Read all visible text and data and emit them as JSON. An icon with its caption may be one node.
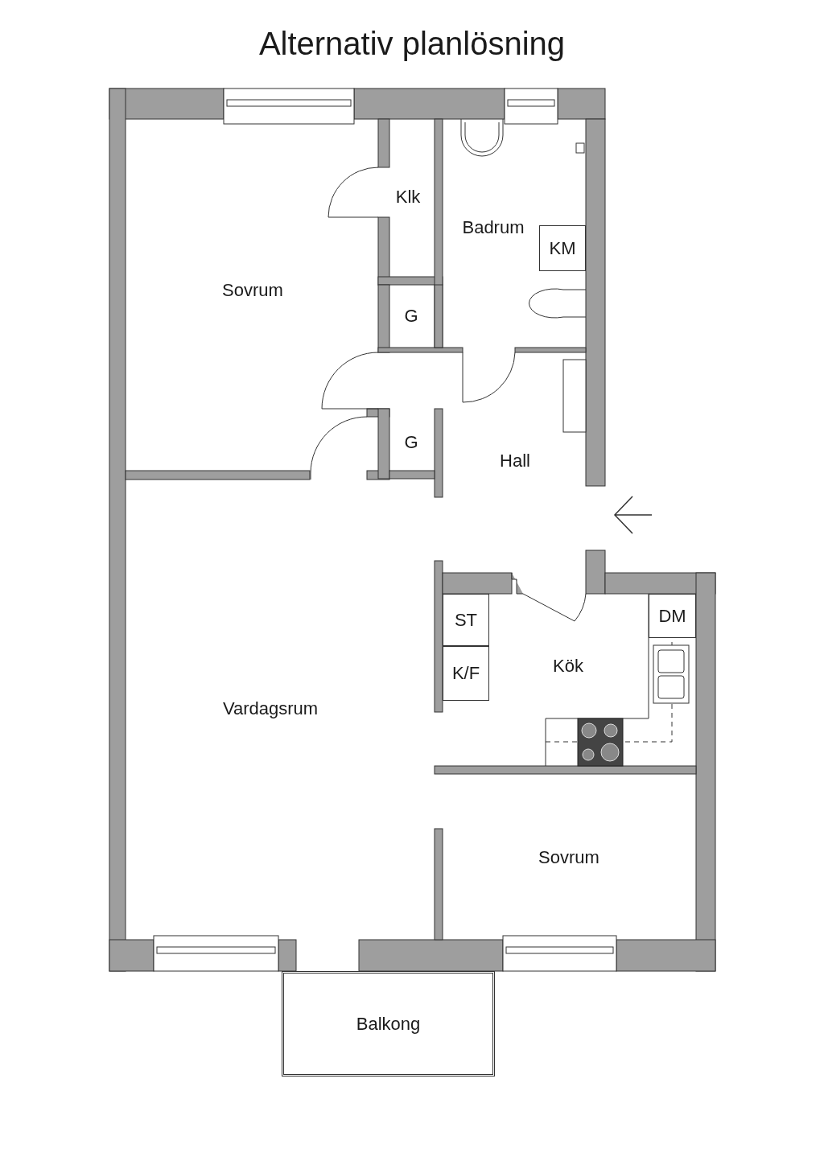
{
  "diagram": {
    "title": "Alternativ planlösning",
    "nodes": [
      {
        "text": [
          "KM"
        ]
      },
      {
        "text": [
          "ST"
        ]
      },
      {
        "text": [
          "K/F"
        ]
      },
      {
        "text": [
          "DM"
        ]
      },
      {
        "text": [
          "Balkong"
        ]
      }
    ],
    "labels": [
      "Klk",
      "Badrum",
      "Sovrum",
      "G",
      "G",
      "Hall",
      "Kök",
      "Vardagsrum",
      "Sovrum"
    ]
  }
}
